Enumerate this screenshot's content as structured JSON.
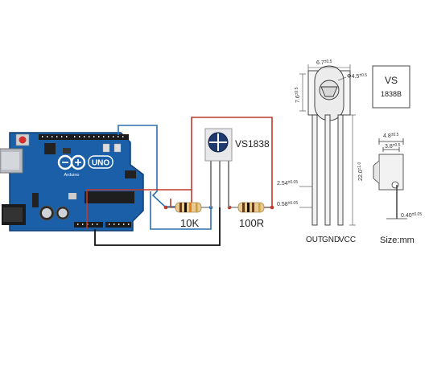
{
  "board": {
    "logo_text": "UNO",
    "brand_text": "Arduino"
  },
  "sensor": {
    "label": "VS1838",
    "package_line1": "VS",
    "package_line2": "1838B"
  },
  "resistors": {
    "r1_label": "10K",
    "r2_label": "100R"
  },
  "dimensions": {
    "width_top": "6.7",
    "width_top_tol": "±0.5",
    "lens_dia": "Φ4.5",
    "lens_dia_tol": "±0.5",
    "height": "7.6",
    "height_tol": "±0.5",
    "lead_length": "22.0",
    "lead_length_tol": "±1.0",
    "pitch": "2.54",
    "pitch_tol": "±0.05",
    "lead_width": "0.58",
    "lead_width_tol": "±0.05",
    "side_width": "4.8",
    "side_width_tol": "±0.5",
    "side_inner": "3.8",
    "side_inner_tol": "±0.5",
    "lead_thickness": "0.40",
    "lead_thickness_tol": "±0.05"
  },
  "pins": {
    "out": "OUT",
    "gnd": "GND",
    "vcc": "VCC"
  },
  "size_note": "Size:mm",
  "colors": {
    "board": "#1a5fa8",
    "wire_red": "#c0392b",
    "wire_black": "#111111",
    "wire_blue": "#2c6fb0",
    "sensor_body": "#e8e8ea",
    "sensor_dome": "#1e3a6e"
  }
}
